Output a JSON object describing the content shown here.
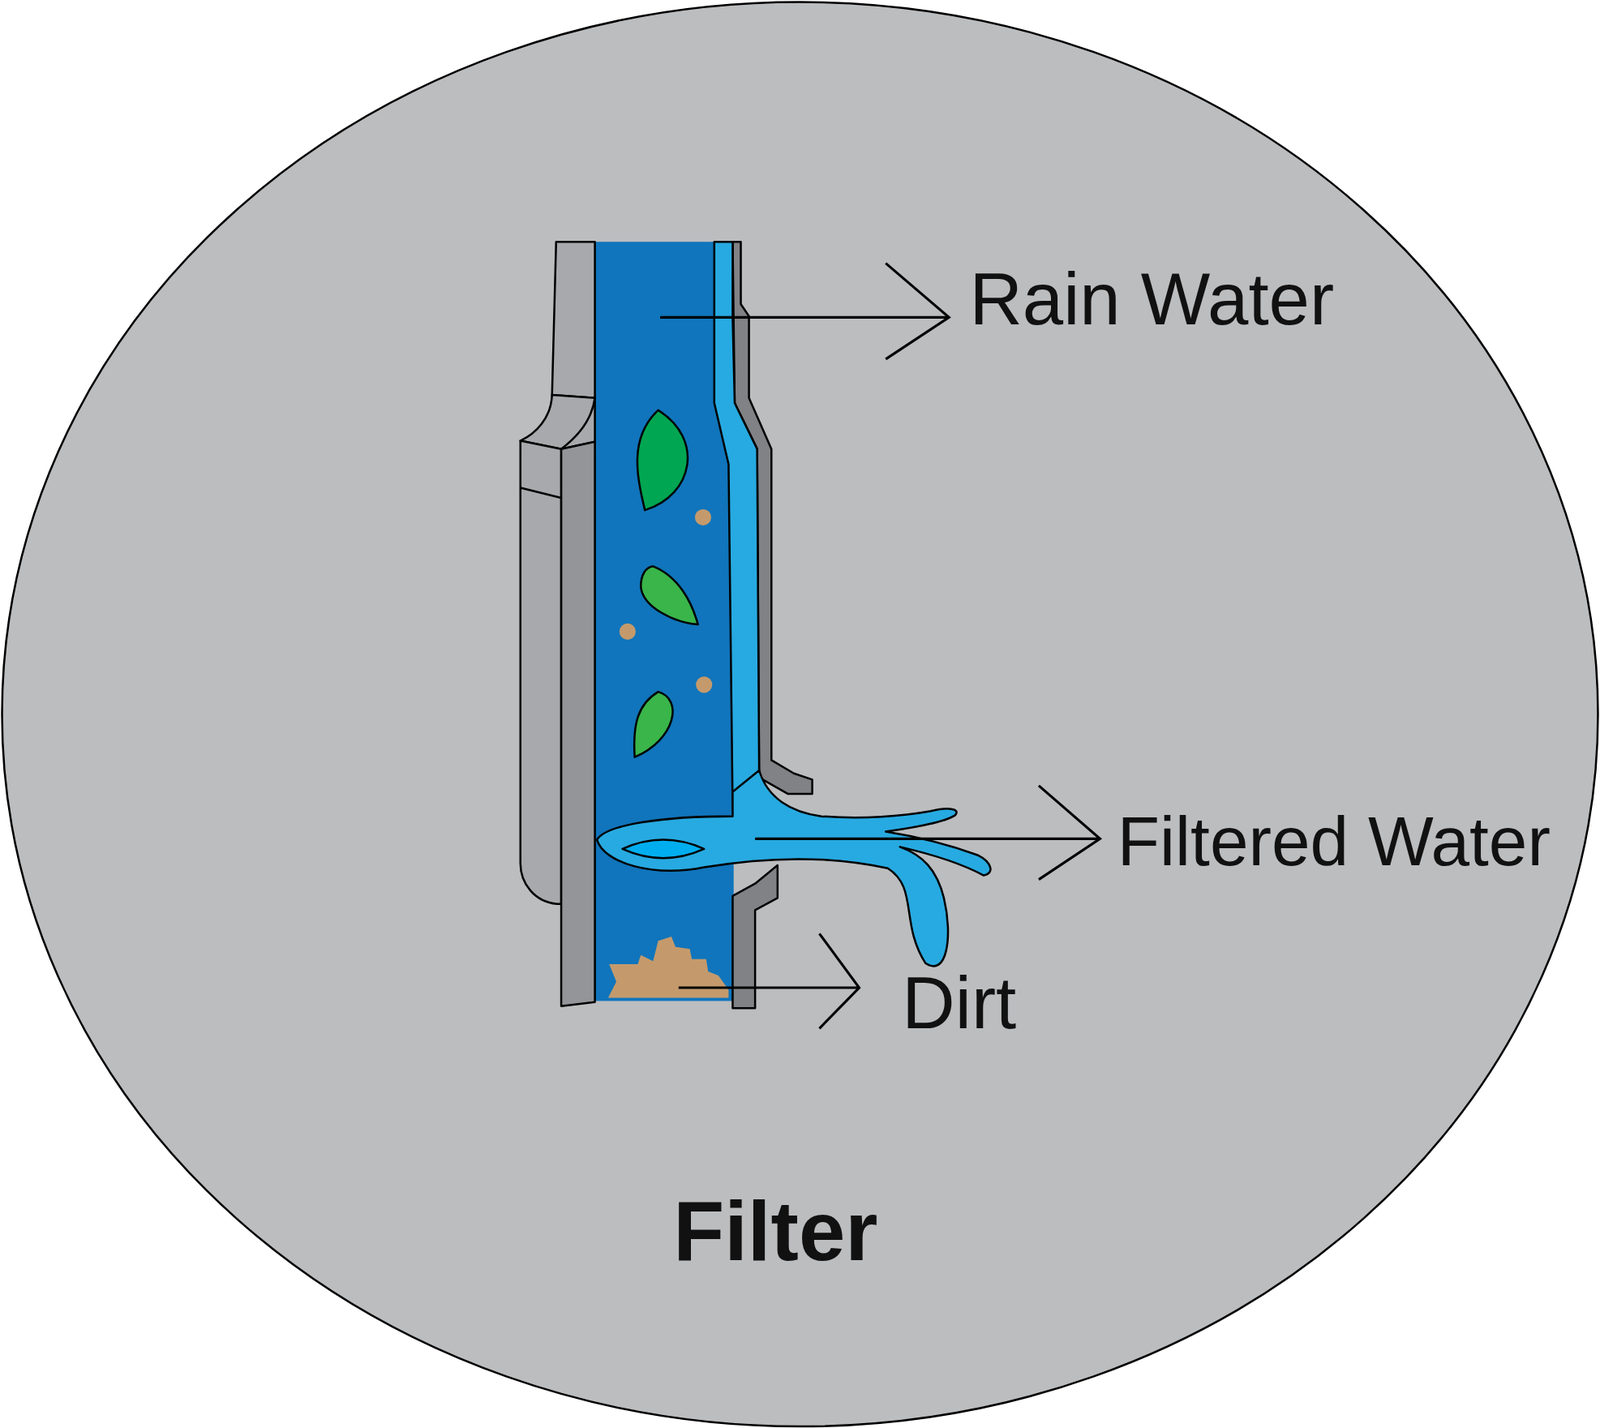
{
  "diagram": {
    "title": "Filter",
    "labels": [
      "Rain Water",
      "Filtered Water",
      "Dirt"
    ]
  }
}
